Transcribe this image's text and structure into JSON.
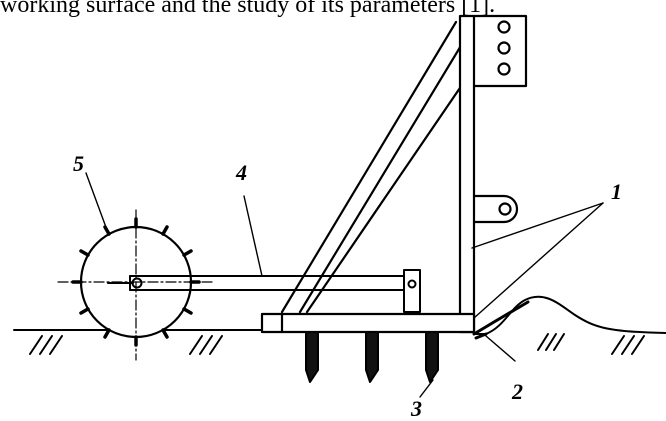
{
  "caption": "working surface and the study of its parameters [1].",
  "labels": {
    "frame": "1",
    "blade": "2",
    "tines": "3",
    "rod": "4",
    "wheel": "5"
  }
}
